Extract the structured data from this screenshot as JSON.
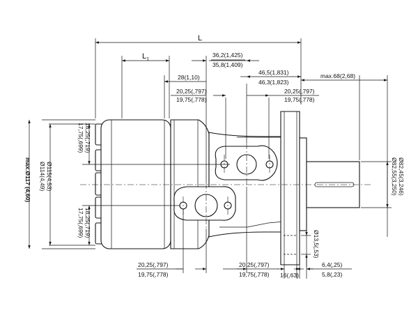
{
  "drawing": {
    "dimensions": {
      "overall_length": "L",
      "l1_main": "L",
      "l1_sub": "1",
      "port_36": "36,2(1,425)",
      "port_35": "35,8(1,409)",
      "d28": "28(1,10)",
      "d46_5": "46,5(1,831)",
      "d46_3": "46,3(1,823)",
      "max68": "max.68(2,68)",
      "top_left_2025": "20,25(,797)",
      "top_left_1975": "19,75(,778)",
      "top_right_2025": "20,25(,797)",
      "top_right_1975": "19,75(,778)",
      "left_up_1825": "18,25(,719)",
      "left_up_1775": "17,75(,699)",
      "left_dn_1775": "17,75(,699)",
      "left_dn_1825": "18,25(,719)",
      "dia115": "Ø115(4,53)",
      "dia114": "Ø114(4,49)",
      "max117": "max.Ø117 (4,60)",
      "dia82_55": "Ø82,55(3,250)",
      "dia82_45": "Ø82,45(3,246)",
      "dia13_5": "Ø13,5(,53)",
      "bot_left_2025": "20,25(,797)",
      "bot_left_1975": "19,75(,778)",
      "bot_mid_2025": "20,25(,797)",
      "bot_mid_1975": "19,75(,778)",
      "d16": "16(,63)",
      "d6_4": "6,4(,25)",
      "d5_8": "5,8(,23)"
    }
  }
}
